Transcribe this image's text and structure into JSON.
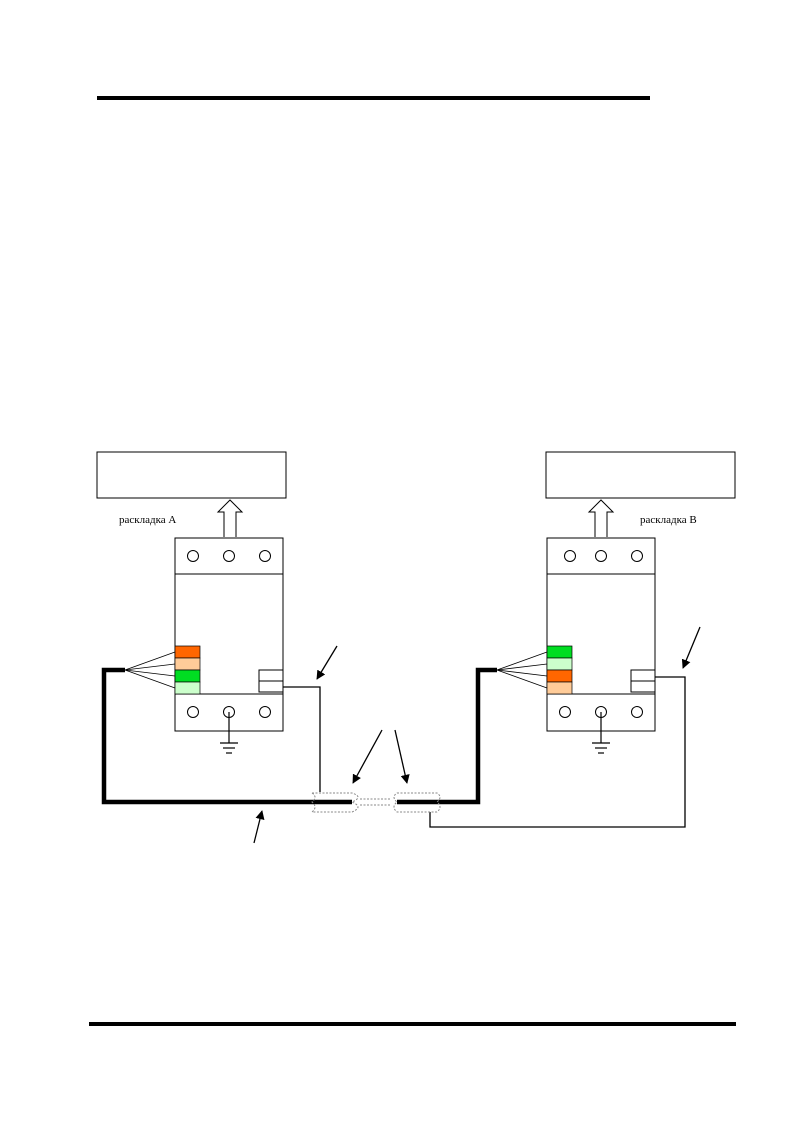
{
  "labels": {
    "layout_a": "раскладка А",
    "layout_b": "раскладка В"
  },
  "colors": {
    "orange": "#ff6600",
    "peach": "#ffcc99",
    "green": "#00dd22",
    "light_green": "#ccffcc",
    "line": "#000000"
  },
  "icons": [
    "ground-icon",
    "terminal-screw-icon",
    "up-arrow-icon",
    "pointer-arrow-icon"
  ],
  "socket_a_pairs": [
    "orange",
    "peach",
    "green",
    "light_green"
  ],
  "socket_b_pairs": [
    "green",
    "light_green",
    "orange",
    "peach"
  ]
}
